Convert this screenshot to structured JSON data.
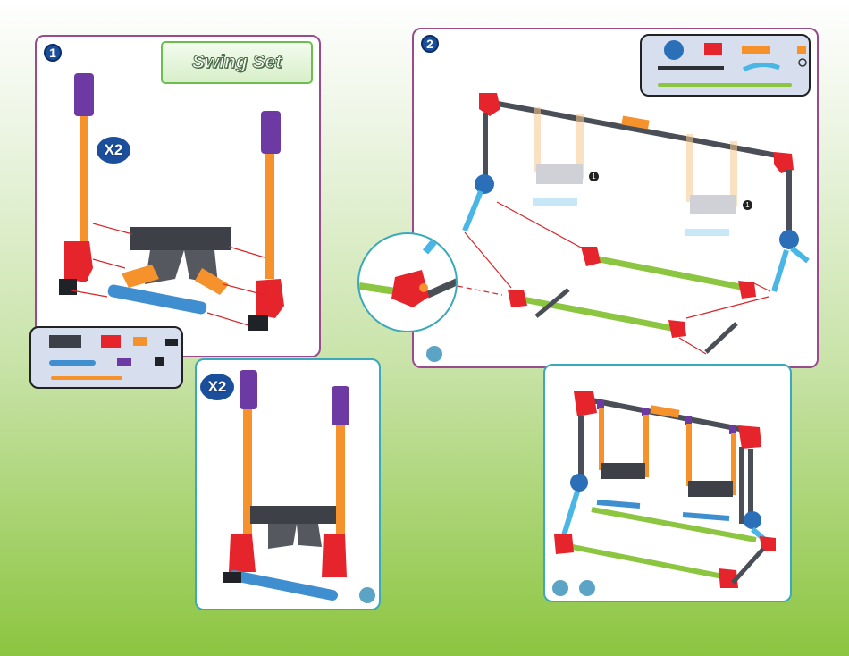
{
  "title": "Swing Set",
  "steps": {
    "step1": "1",
    "step2": "2"
  },
  "multipliers": {
    "panel1": "X2",
    "panel3": "X2"
  },
  "detail_marker": "1",
  "colors": {
    "panel_border_purple": "#9b4a8e",
    "panel_border_teal": "#3aa9b9",
    "step_blue": "#1b4f9c",
    "rod_orange": "#f5922b",
    "rod_green": "#8cc540",
    "rod_blue": "#3f8fd0",
    "rod_light_blue": "#49b6e6",
    "rod_gray": "#4a4f57",
    "connector_red": "#e5242b",
    "connector_purple": "#6d3aa3",
    "connector_gray": "#3d4147",
    "arrow_red": "#d7262b"
  }
}
